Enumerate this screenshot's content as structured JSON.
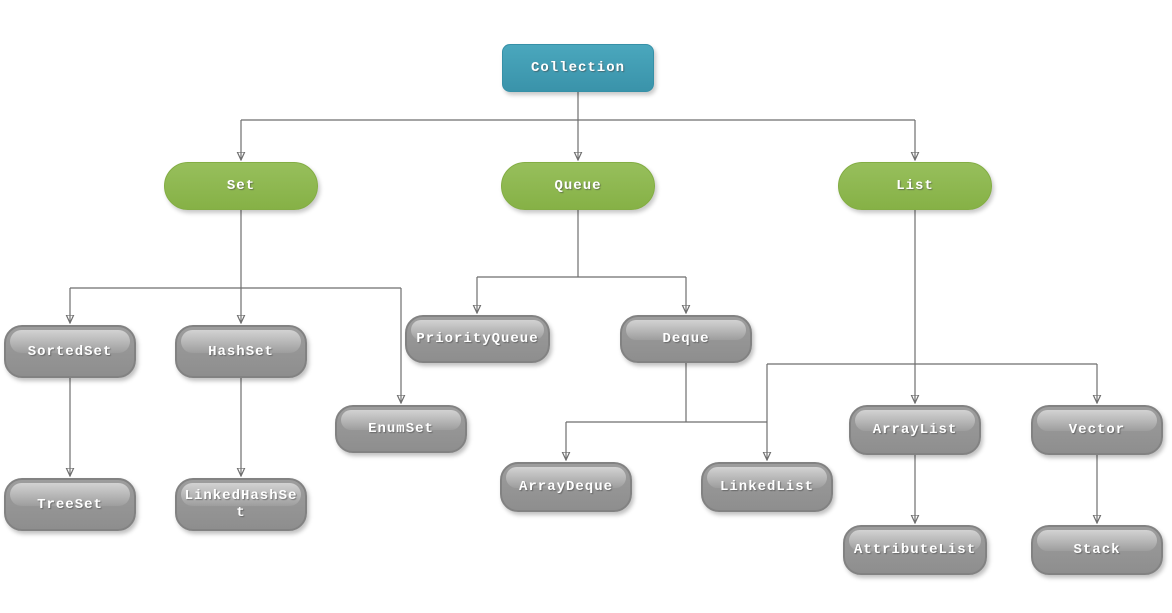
{
  "diagram": {
    "type": "hierarchy-tree",
    "background": "#ffffff",
    "nodes": [
      {
        "id": "collection",
        "label": "Collection",
        "type": "root"
      },
      {
        "id": "set",
        "label": "Set",
        "type": "branch"
      },
      {
        "id": "queue",
        "label": "Queue",
        "type": "branch"
      },
      {
        "id": "list",
        "label": "List",
        "type": "branch"
      },
      {
        "id": "sortedset",
        "label": "SortedSet",
        "type": "leaf"
      },
      {
        "id": "hashset",
        "label": "HashSet",
        "type": "leaf"
      },
      {
        "id": "priorityqueue",
        "label": "PriorityQueue",
        "type": "leaf"
      },
      {
        "id": "deque",
        "label": "Deque",
        "type": "leaf"
      },
      {
        "id": "enumset",
        "label": "EnumSet",
        "type": "leaf"
      },
      {
        "id": "treeset",
        "label": "TreeSet",
        "type": "leaf"
      },
      {
        "id": "linkedhashset",
        "label": "LinkedHashSet",
        "type": "leaf"
      },
      {
        "id": "arraydeque",
        "label": "ArrayDeque",
        "type": "leaf"
      },
      {
        "id": "linkedlist",
        "label": "LinkedList",
        "type": "leaf"
      },
      {
        "id": "arraylist",
        "label": "ArrayList",
        "type": "leaf"
      },
      {
        "id": "vector",
        "label": "Vector",
        "type": "leaf"
      },
      {
        "id": "attributelist",
        "label": "AttributeList",
        "type": "leaf"
      },
      {
        "id": "stack",
        "label": "Stack",
        "type": "leaf"
      }
    ],
    "edges": [
      {
        "from": "Collection",
        "to": "Set"
      },
      {
        "from": "Collection",
        "to": "Queue"
      },
      {
        "from": "Collection",
        "to": "List"
      },
      {
        "from": "Set",
        "to": "SortedSet"
      },
      {
        "from": "Set",
        "to": "HashSet"
      },
      {
        "from": "Set",
        "to": "EnumSet"
      },
      {
        "from": "SortedSet",
        "to": "TreeSet"
      },
      {
        "from": "HashSet",
        "to": "LinkedHashSet"
      },
      {
        "from": "Queue",
        "to": "PriorityQueue"
      },
      {
        "from": "Queue",
        "to": "Deque"
      },
      {
        "from": "Deque",
        "to": "ArrayDeque"
      },
      {
        "from": "Deque",
        "to": "LinkedList"
      },
      {
        "from": "List",
        "to": "LinkedList"
      },
      {
        "from": "List",
        "to": "ArrayList"
      },
      {
        "from": "List",
        "to": "Vector"
      },
      {
        "from": "ArrayList",
        "to": "AttributeList"
      },
      {
        "from": "Vector",
        "to": "Stack"
      }
    ],
    "colors": {
      "root_fill": "#3d9cb2",
      "branch_fill": "#8eb954",
      "leaf_fill": "#8f8f8f",
      "node_text": "#ffffff",
      "edge_line": "#6e6e6e",
      "arrowhead": "#555555"
    }
  }
}
